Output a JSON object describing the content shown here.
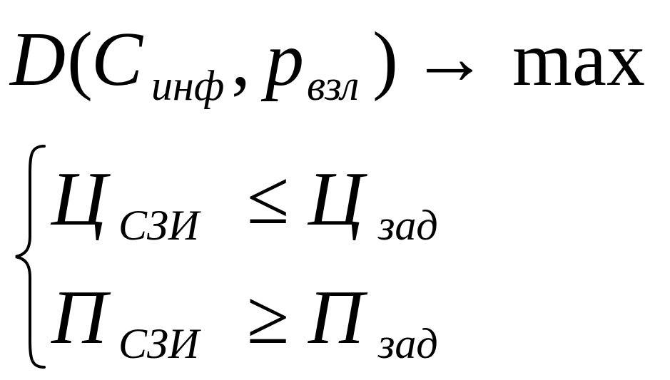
{
  "objective": {
    "function_name": "D",
    "open_paren": "(",
    "arg1_main": "C",
    "arg1_sub": "инф",
    "separator": ",",
    "arg2_main": "p",
    "arg2_sub": "взл",
    "close_paren": ")",
    "arrow": "→",
    "goal": "max"
  },
  "constraints": [
    {
      "lhs_main": "Ц",
      "lhs_sub": "СЗИ",
      "relation": "≤",
      "rhs_main": "Ц",
      "rhs_sub": "зад"
    },
    {
      "lhs_main": "П",
      "lhs_sub": "СЗИ",
      "relation": "≥",
      "rhs_main": "П",
      "rhs_sub": "зад"
    }
  ]
}
